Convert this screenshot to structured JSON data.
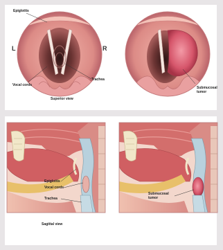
{
  "superior": {
    "left_labels": {
      "epiglottis": "Epiglottis",
      "vocal_cords": "Vocal cords",
      "trachea": "Trachea"
    },
    "side_left": "L",
    "side_right": "R",
    "caption": "Superior view",
    "tumor_label": "Submucosal\ntumor"
  },
  "sagittal": {
    "labels": {
      "epiglottis": "Epiglottis",
      "vocal_cords": "Vocal cords",
      "trachea": "Trachea"
    },
    "caption": "Sagittal view",
    "tumor_label": "Submucosal\ntumor"
  },
  "colors": {
    "tissue_pink": "#e9a0a0",
    "tissue_dark": "#b24d54",
    "throat_shadow": "#5a2a2a",
    "cartilage": "#f1e7c9",
    "airway_blue": "#b8d1dd",
    "fat_yellow": "#e8c06a",
    "muscle_red": "#c05458"
  }
}
